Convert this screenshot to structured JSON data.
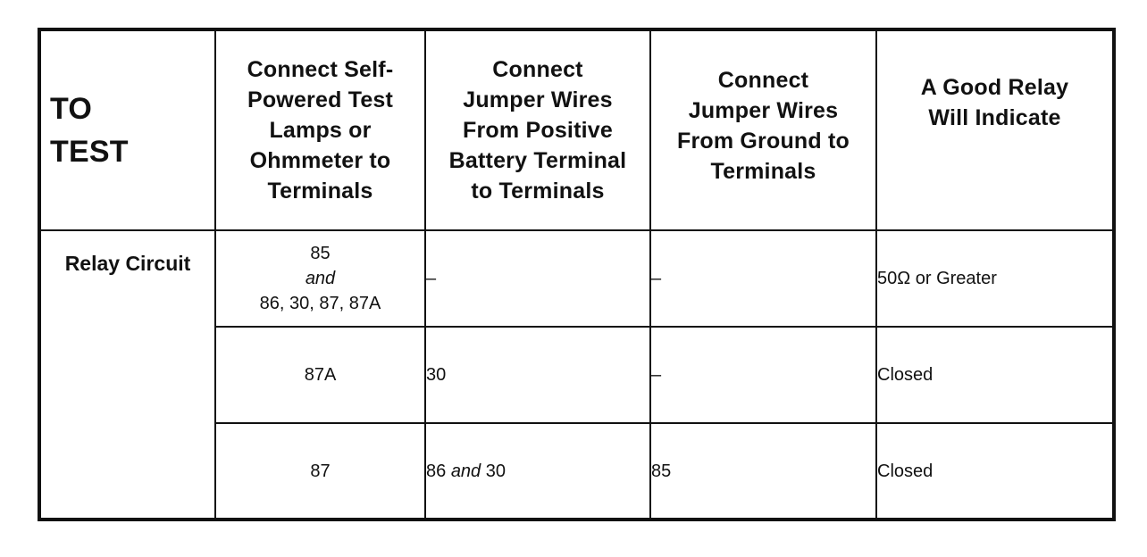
{
  "header": {
    "to_test_line1": "TO",
    "to_test_line2": "TEST",
    "ohmmeter": [
      "Connect Self-",
      "Powered Test",
      "Lamps or",
      "Ohmmeter to",
      "Terminals"
    ],
    "positive": [
      "Connect",
      "Jumper Wires",
      "From Positive",
      "Battery Terminal",
      "to Terminals"
    ],
    "ground": [
      "Connect",
      "Jumper Wires",
      "From Ground to",
      "Terminals"
    ],
    "indicate": [
      "A Good Relay",
      "Will Indicate"
    ]
  },
  "circuit_label": "Relay Circuit",
  "rows": [
    {
      "ohmmeter_line1": "85",
      "ohmmeter_line2": "and",
      "ohmmeter_line3": "86, 30, 87, 87A",
      "positive": "–",
      "ground": "–",
      "indicate": "50Ω or Greater"
    },
    {
      "ohmmeter": "87A",
      "positive": "30",
      "ground": "–",
      "indicate": "Closed"
    },
    {
      "ohmmeter": "87",
      "positive_part1": "86",
      "positive_and": "and",
      "positive_part2": "30",
      "ground": "85",
      "indicate": "Closed"
    }
  ]
}
